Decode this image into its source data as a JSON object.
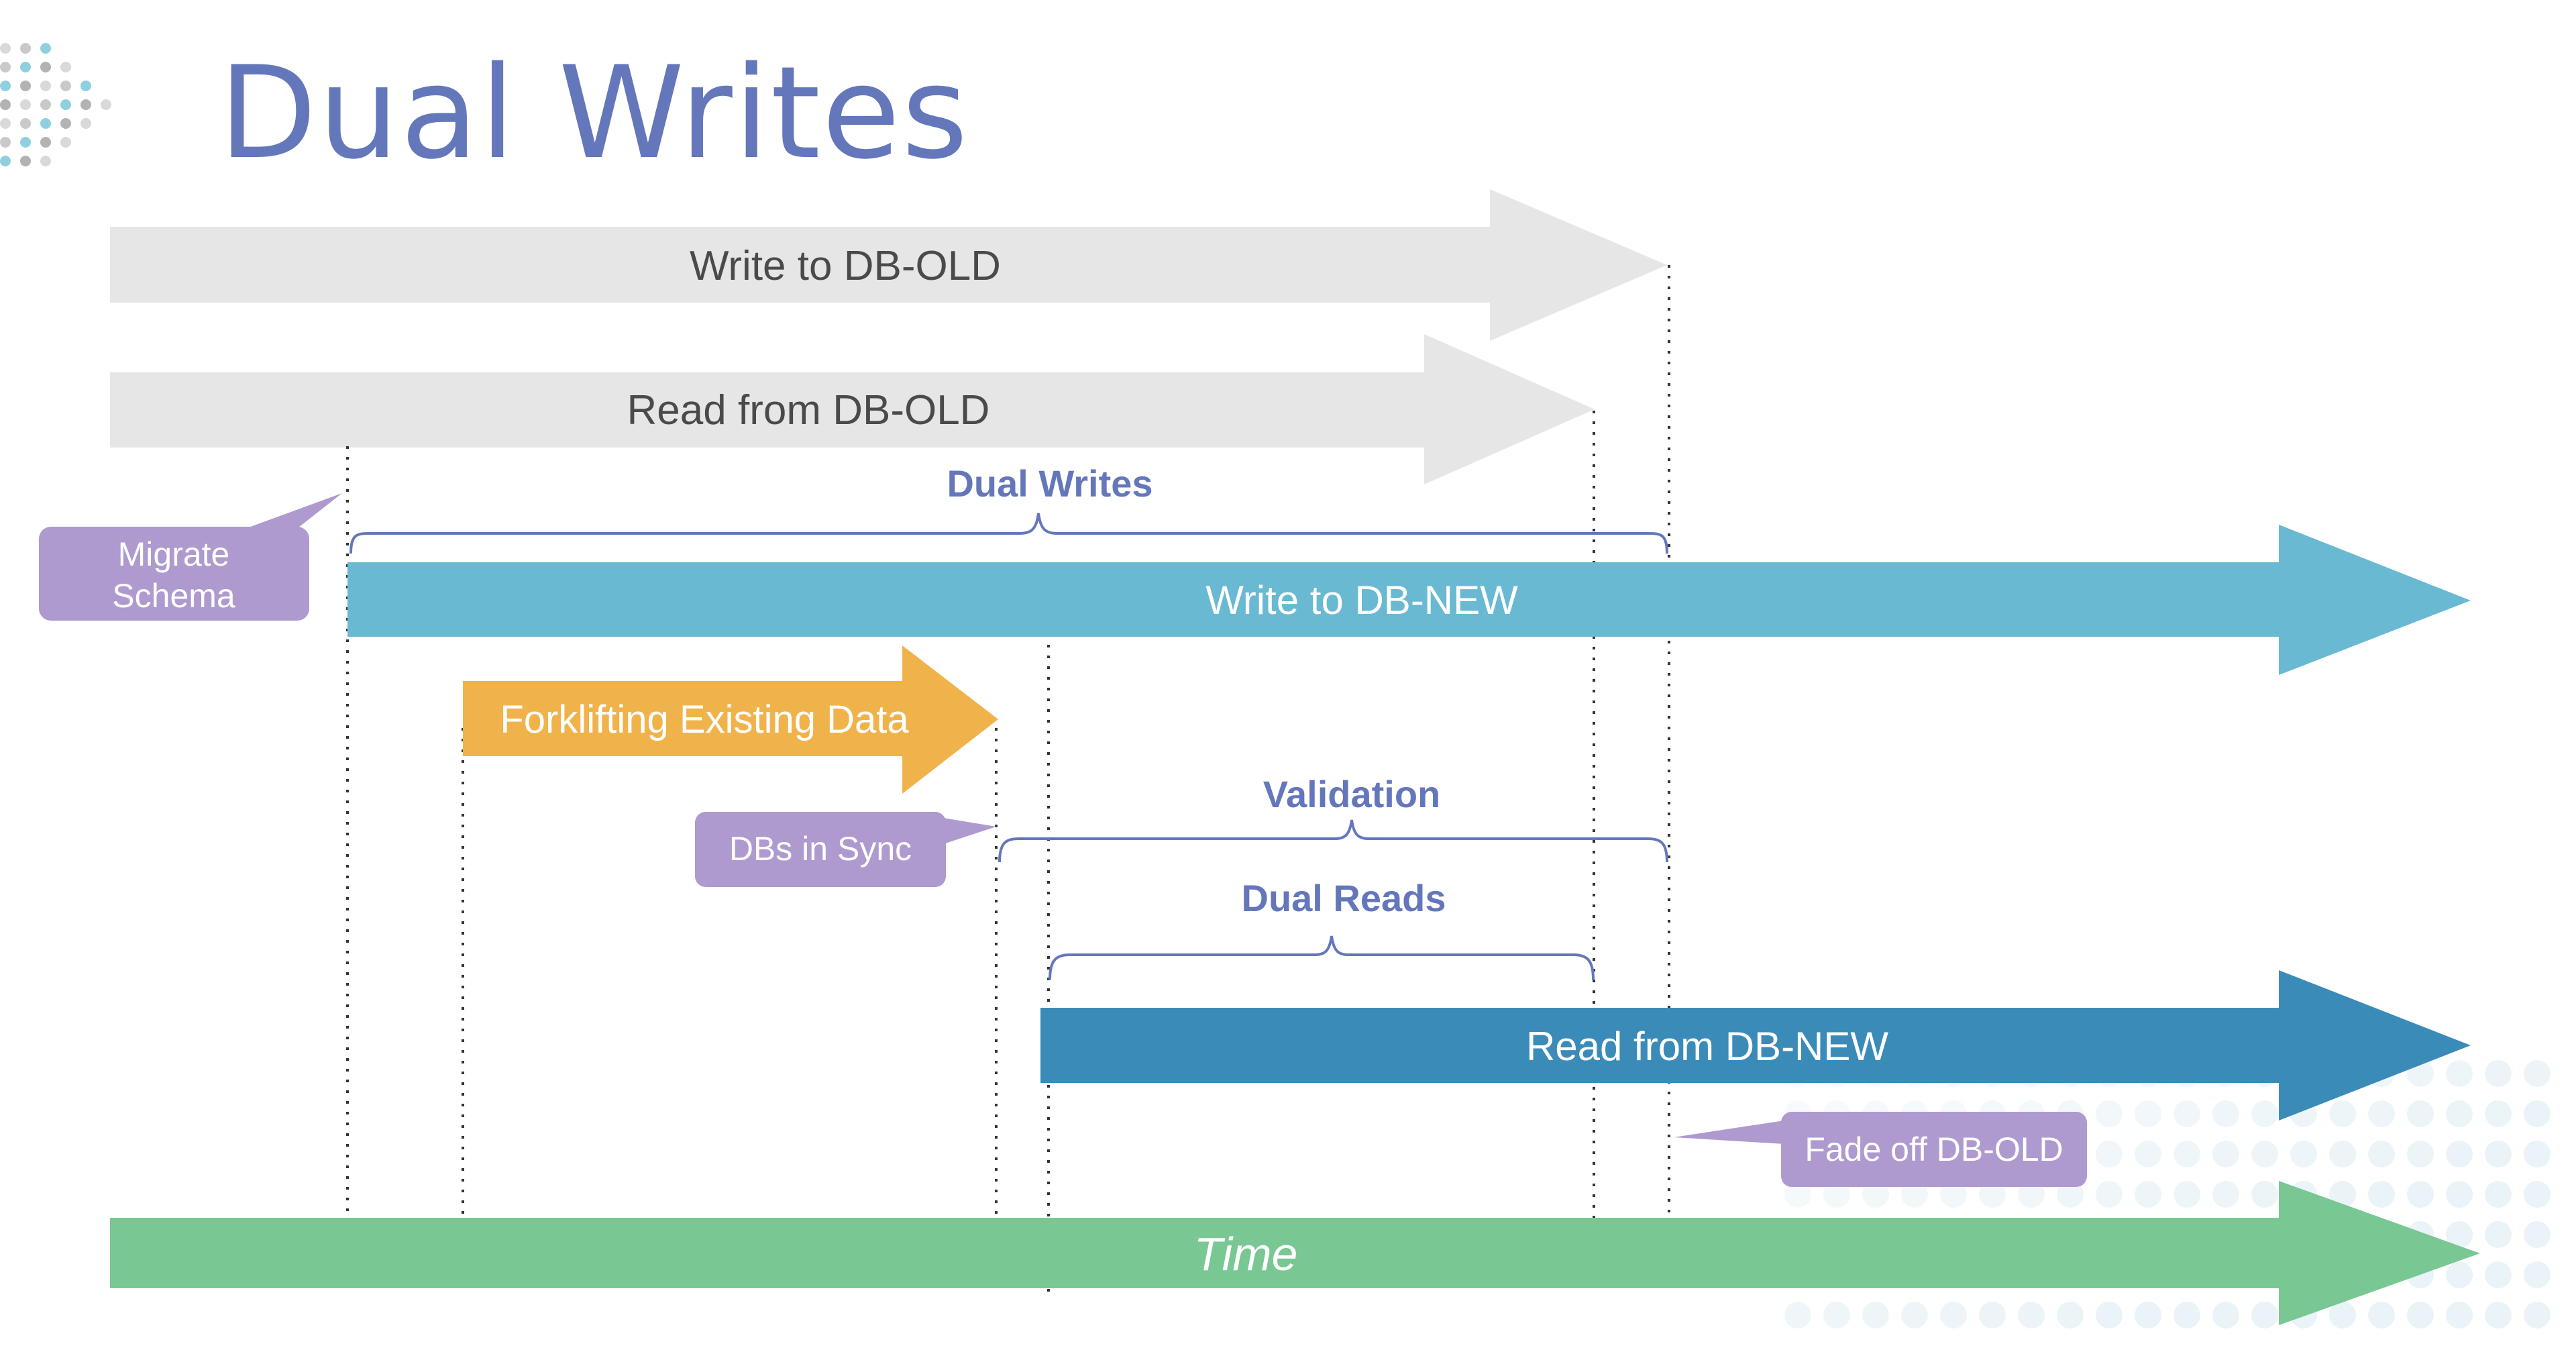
{
  "title": "Dual Writes",
  "arrows": {
    "write_old": "Write to DB-OLD",
    "read_old": "Read from DB-OLD",
    "write_new": "Write to DB-NEW",
    "forklift": "Forklifting Existing Data",
    "read_new": "Read from DB-NEW",
    "time": "Time"
  },
  "braces": {
    "dual_writes": "Dual Writes",
    "validation": "Validation",
    "dual_reads": "Dual Reads"
  },
  "callouts": {
    "migrate_line1": "Migrate",
    "migrate_line2": "Schema",
    "dbs_in_sync": "DBs in Sync",
    "fade_off": "Fade off DB-OLD"
  },
  "colors": {
    "title": "#6577bb",
    "gray_arrow": "#e6e6e6",
    "gray_text": "#4a4a4a",
    "light_blue": "#69b9d2",
    "orange": "#f0b34b",
    "dark_blue": "#3b8bb8",
    "green": "#79c793",
    "purple": "#ae9ace",
    "brace": "#6577bb"
  }
}
